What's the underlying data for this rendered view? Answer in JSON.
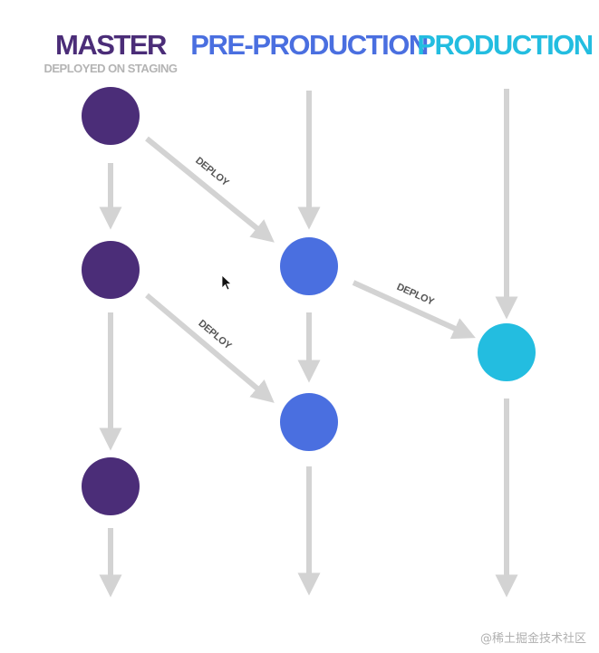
{
  "columns": {
    "master": {
      "title": "MASTER",
      "subtitle": "DEPLOYED ON STAGING",
      "color": "#4b2d78"
    },
    "preprod": {
      "title": "PRE-PRODUCTION",
      "color": "#4a6fe0"
    },
    "prod": {
      "title": "PRODUCTION",
      "color": "#23bde0"
    }
  },
  "arrow_color": "#d3d3d3",
  "subtitle_color": "#b4b4b4",
  "edges": [
    {
      "label": "DEPLOY",
      "from": "master-1",
      "to": "preprod-1"
    },
    {
      "label": "DEPLOY",
      "from": "master-2",
      "to": "preprod-2"
    },
    {
      "label": "DEPLOY",
      "from": "preprod-1",
      "to": "prod-1"
    }
  ],
  "watermark": "@稀土掘金技术社区"
}
